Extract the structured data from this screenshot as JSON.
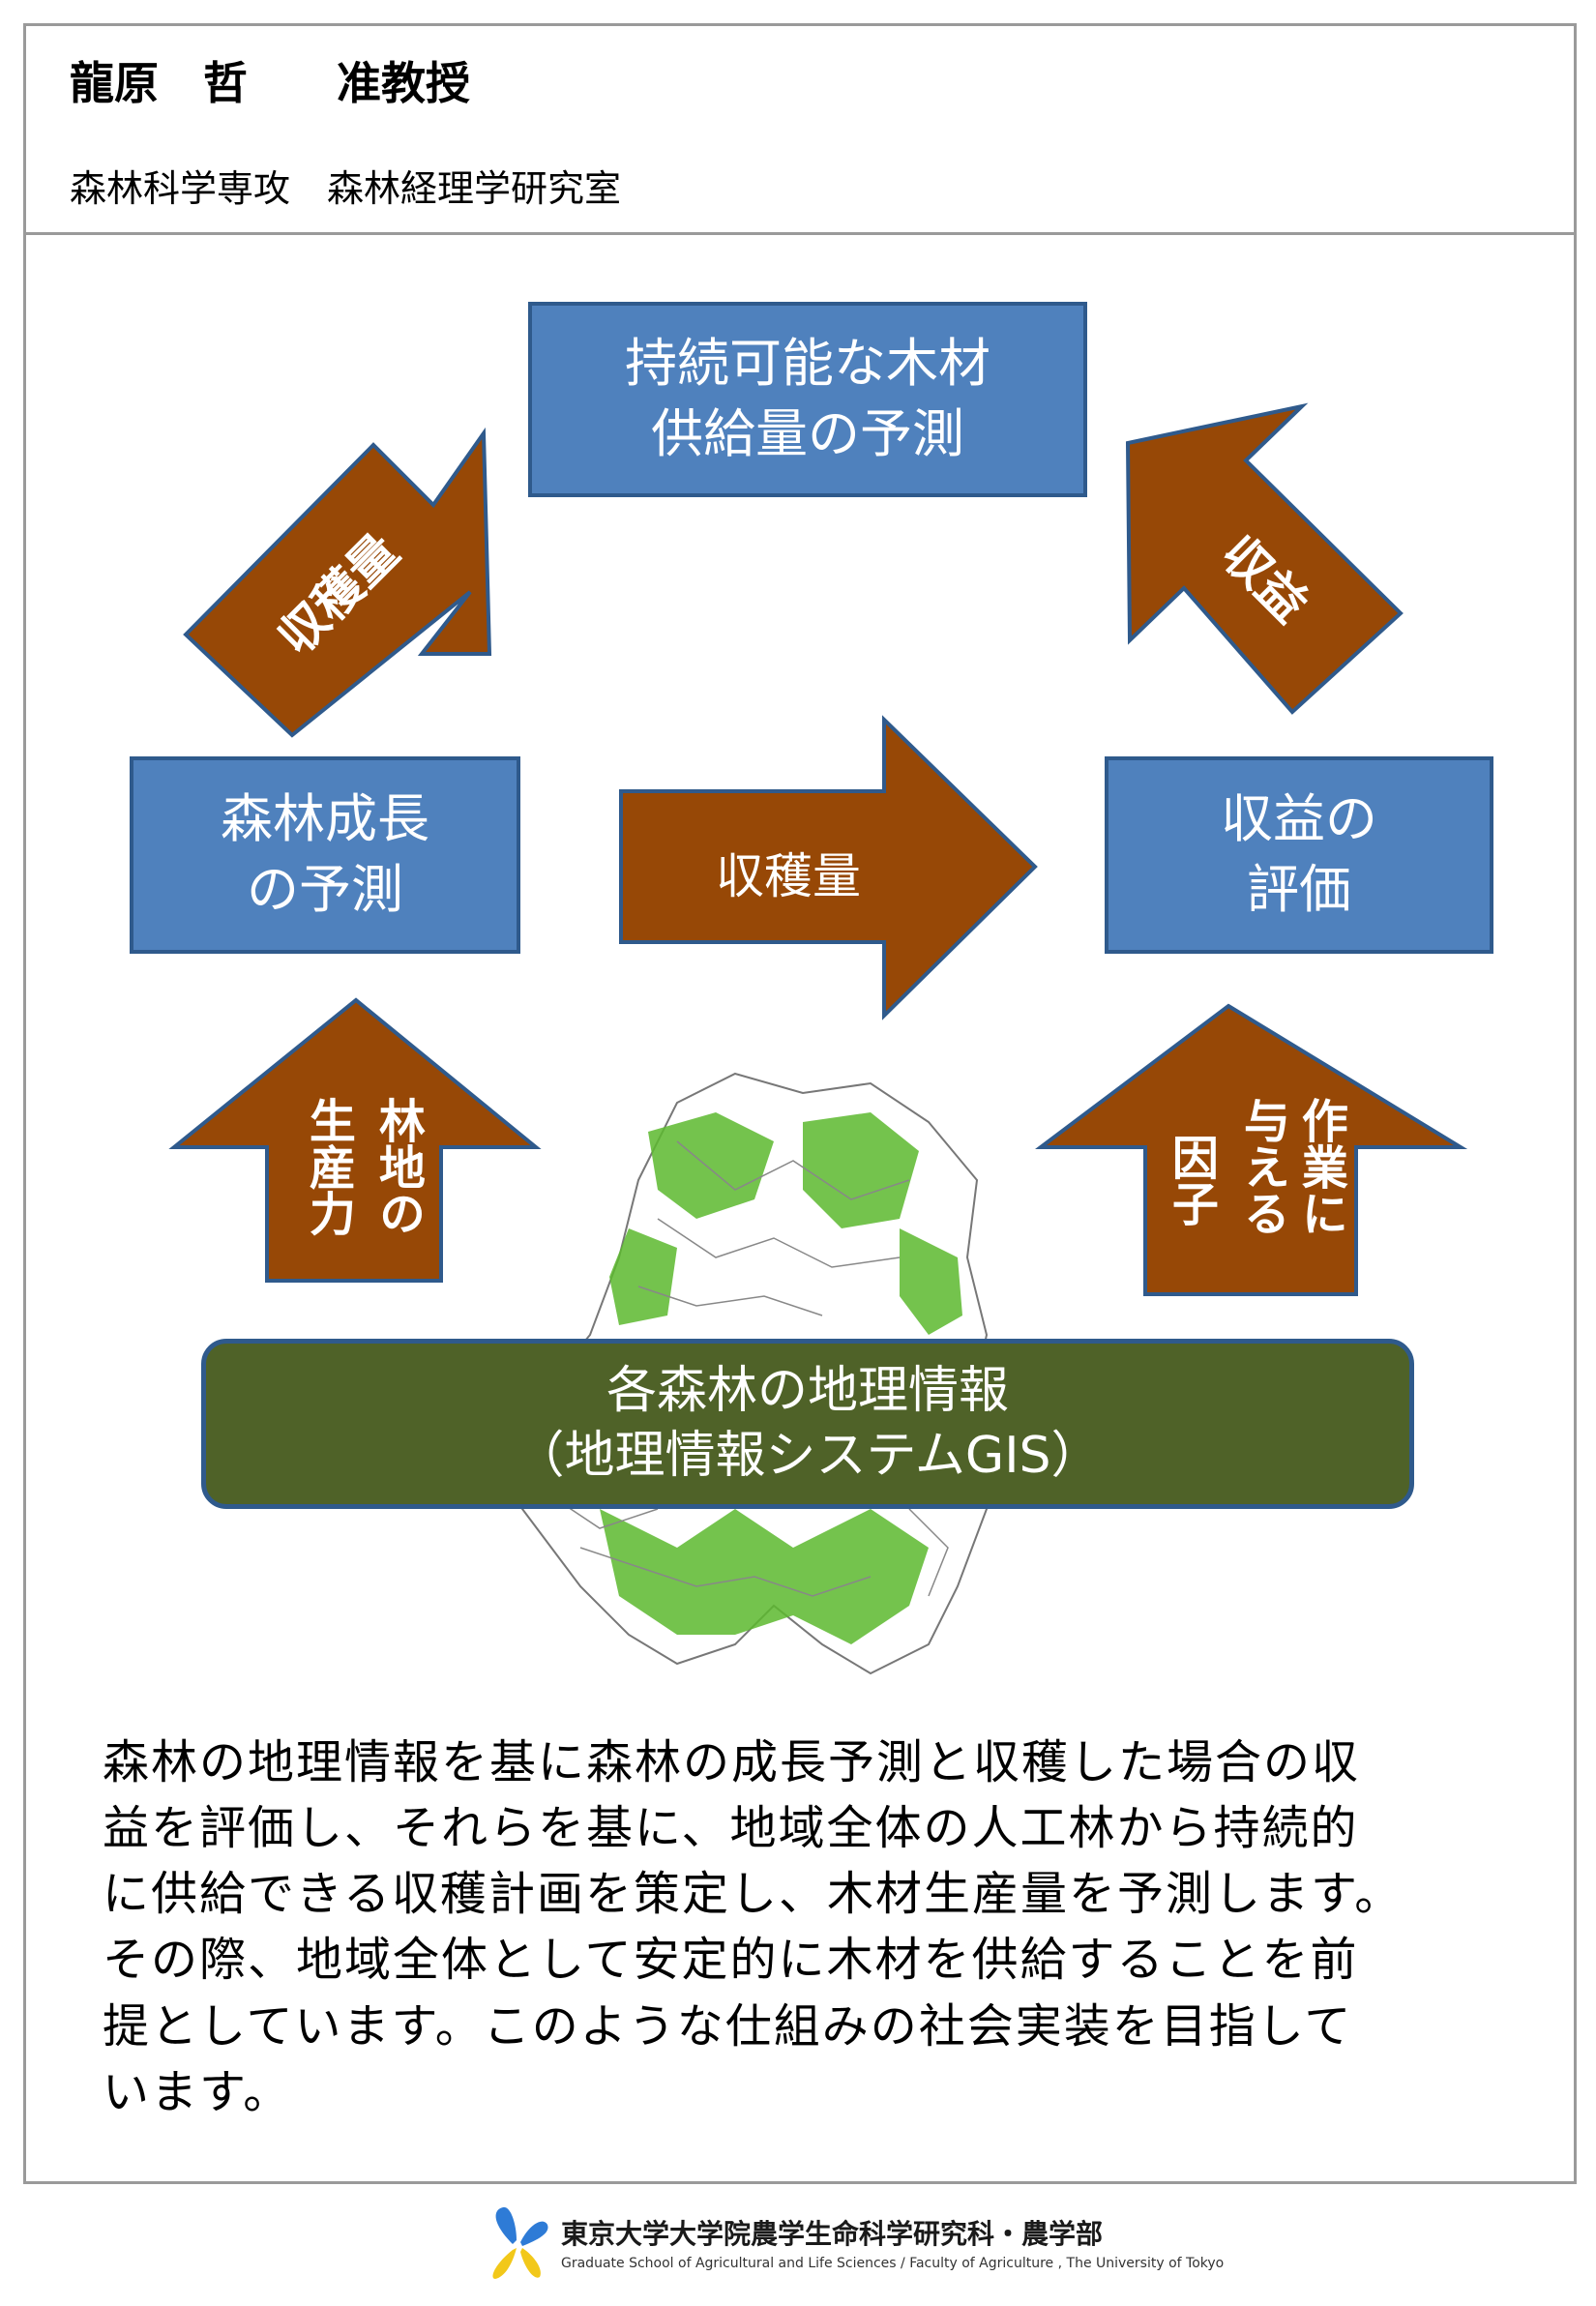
{
  "header": {
    "name": "龍原　哲　　准教授",
    "department": "森林科学専攻　森林経理学研究室"
  },
  "diagram": {
    "top_box": [
      "持続可能な木材",
      "供給量の予測"
    ],
    "left_box": [
      "森林成長",
      "の予測"
    ],
    "right_box": [
      "収益の",
      "評価"
    ],
    "arrow_upleft": "収穫量",
    "arrow_center": "収穫量",
    "arrow_upright": "収益",
    "arrow_left_up_col1": "林地の",
    "arrow_left_up_col2": "生産力",
    "arrow_right_up_col1": "作業に",
    "arrow_right_up_col2": "与える",
    "arrow_right_up_col3": "因子",
    "gis_box": [
      "各森林の地理情報",
      "（地理情報システムGIS）"
    ],
    "colors": {
      "box_blue": "#4f81bd",
      "arrow_brown": "#974806",
      "gis_green": "#4f6228",
      "forest_green": "#4caf28"
    }
  },
  "description": [
    "森林の地理情報を基に森林の成長予測と収穫した場合の収",
    "益を評価し、それらを基に、地域全体の人工林から持続的",
    "に供給できる収穫計画を策定し、木材生産量を予測します。",
    "その際、地域全体として安定的に木材を供給することを前",
    "提としています。このような仕組みの社会実装を目指して",
    "います。"
  ],
  "footer": {
    "title": "東京大学大学院農学生命科学研究科・農学部",
    "subtitle": "Graduate School of Agricultural and Life Sciences / Faculty of Agriculture , The University of Tokyo"
  }
}
